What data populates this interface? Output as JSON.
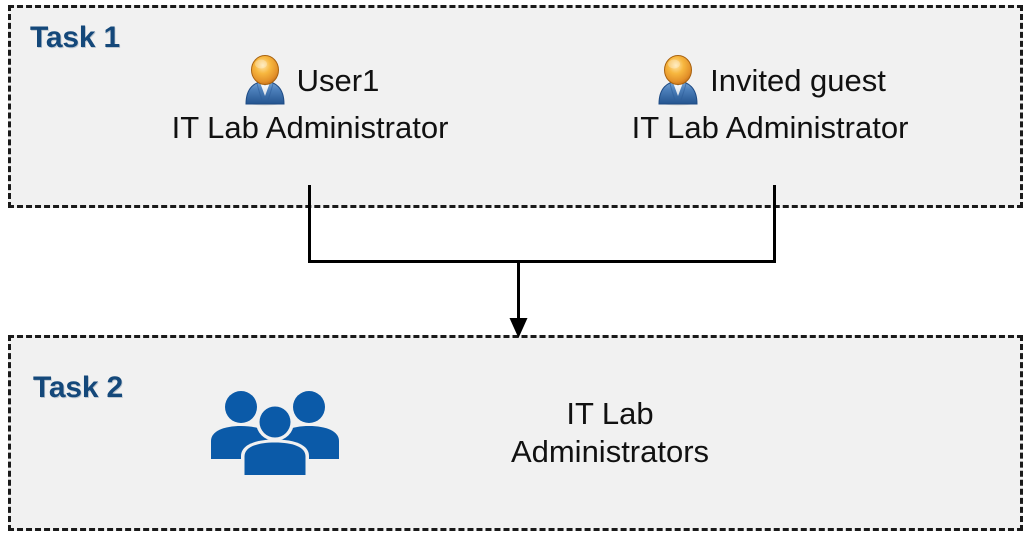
{
  "diagram": {
    "title_task1": "Task 1",
    "title_task2": "Task 2",
    "accent_color": "#14487a",
    "box_fill": "#f1f1f1",
    "box_border_color": "#1a1a1a",
    "connector_color": "#000000",
    "group_icon_color": "#0b5aa8"
  },
  "task1": {
    "label": "Task 1",
    "people": [
      {
        "icon": "user-icon",
        "name": "User1",
        "role": "IT Lab Administrator"
      },
      {
        "icon": "user-icon",
        "name": "Invited guest",
        "role": "IT Lab Administrator"
      }
    ]
  },
  "task2": {
    "label": "Task 2",
    "group": {
      "icon": "group-of-people-icon",
      "name_line1": "IT Lab",
      "name_line2": "Administrators"
    }
  },
  "connector": {
    "type": "merge-arrow",
    "from": [
      "User1",
      "Invited guest"
    ],
    "to": "IT Lab Administrators",
    "arrow_head": "down-arrow"
  }
}
